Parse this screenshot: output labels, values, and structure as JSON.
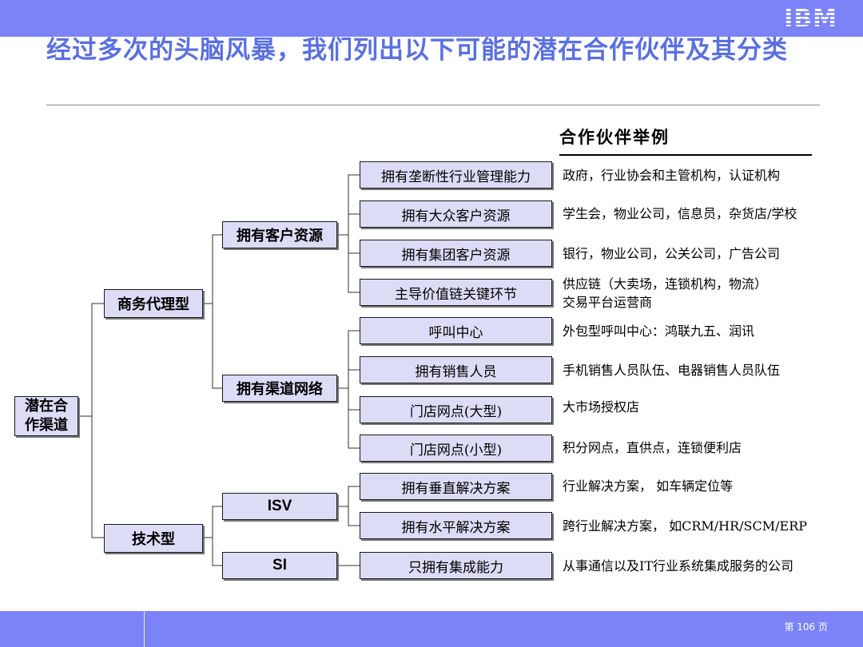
{
  "logo": "IBM",
  "title": "经过多次的头脑风暴，我们列出以下可能的潜在合作伙伴及其分类",
  "column_header": "合作伙伴举例",
  "root": "潜在合作渠道",
  "level1": {
    "business": "商务代理型",
    "tech": "技术型"
  },
  "level2": {
    "customer": "拥有客户资源",
    "channel": "拥有渠道网络",
    "isv": "ISV",
    "si": "SI"
  },
  "leaves": [
    {
      "label": "拥有垄断性行业管理能力",
      "example": "政府，行业协会和主管机构，认证机构"
    },
    {
      "label": "拥有大众客户资源",
      "example": "学生会，物业公司，信息员，杂货店/学校"
    },
    {
      "label": "拥有集团客户资源",
      "example": "银行，物业公司，公关公司，广告公司"
    },
    {
      "label": "主导价值链关键环节",
      "example": "供应链（大卖场，连锁机构，物流）",
      "example2": "交易平台运营商"
    },
    {
      "label": "呼叫中心",
      "example": "外包型呼叫中心：鸿联九五、润讯"
    },
    {
      "label": "拥有销售人员",
      "example": "手机销售人员队伍、电器销售人员队伍"
    },
    {
      "label": "门店网点(大型)",
      "example": "大市场授权店"
    },
    {
      "label": "门店网点(小型)",
      "example": "积分网点，直供点，连锁便利店"
    },
    {
      "label": "拥有垂直解决方案",
      "example": "行业解决方案， 如车辆定位等"
    },
    {
      "label": "拥有水平解决方案",
      "example": "跨行业解决方案， 如CRM/HR/SCM/ERP"
    },
    {
      "label": "只拥有集成能力",
      "example": "从事通信以及IT行业系统集成服务的公司"
    }
  ],
  "footer": {
    "page": "第 106 页"
  },
  "colors": {
    "bar": "#7b83f7",
    "title": "#5a70e0",
    "box_fill": "#dcdcf7"
  }
}
